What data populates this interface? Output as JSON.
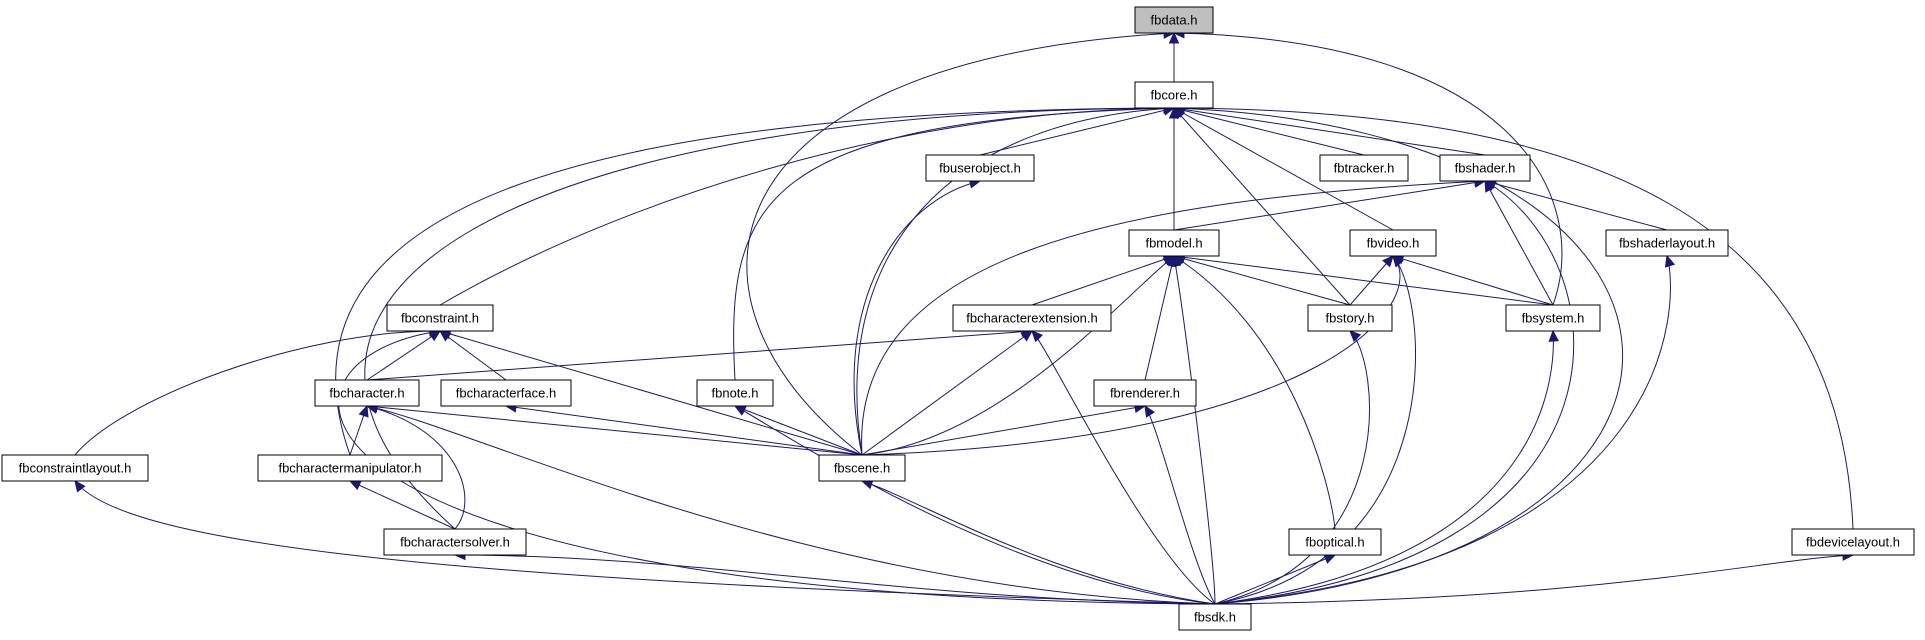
{
  "colors": {
    "edge": "#191970",
    "node_fill": "#ffffff",
    "node_border": "#000000",
    "root_fill": "#bfbfbf"
  },
  "nodes": [
    {
      "id": "fbdata",
      "label": "fbdata.h",
      "selected": true
    },
    {
      "id": "fbcore",
      "label": "fbcore.h"
    },
    {
      "id": "fbuserobject",
      "label": "fbuserobject.h"
    },
    {
      "id": "fbtracker",
      "label": "fbtracker.h"
    },
    {
      "id": "fbshader",
      "label": "fbshader.h"
    },
    {
      "id": "fbmodel",
      "label": "fbmodel.h"
    },
    {
      "id": "fbvideo",
      "label": "fbvideo.h"
    },
    {
      "id": "fbshaderlayout",
      "label": "fbshaderlayout.h"
    },
    {
      "id": "fbconstraint",
      "label": "fbconstraint.h"
    },
    {
      "id": "fbcharacterextension",
      "label": "fbcharacterextension.h"
    },
    {
      "id": "fbstory",
      "label": "fbstory.h"
    },
    {
      "id": "fbsystem",
      "label": "fbsystem.h"
    },
    {
      "id": "fbcharacter",
      "label": "fbcharacter.h"
    },
    {
      "id": "fbcharacterface",
      "label": "fbcharacterface.h"
    },
    {
      "id": "fbnote",
      "label": "fbnote.h"
    },
    {
      "id": "fbrenderer",
      "label": "fbrenderer.h"
    },
    {
      "id": "fbconstraintlayout",
      "label": "fbconstraintlayout.h"
    },
    {
      "id": "fbcharactermanipulator",
      "label": "fbcharactermanipulator.h"
    },
    {
      "id": "fbscene",
      "label": "fbscene.h"
    },
    {
      "id": "fbcharactersolver",
      "label": "fbcharactersolver.h"
    },
    {
      "id": "fboptical",
      "label": "fboptical.h"
    },
    {
      "id": "fbdevicelayout",
      "label": "fbdevicelayout.h"
    },
    {
      "id": "fbsdk",
      "label": "fbsdk.h"
    }
  ],
  "edges": [
    [
      "fbcore",
      "fbdata"
    ],
    [
      "fbscene",
      "fbdata"
    ],
    [
      "fbsystem",
      "fbdata"
    ],
    [
      "fbuserobject",
      "fbcore"
    ],
    [
      "fbtracker",
      "fbcore"
    ],
    [
      "fbshader",
      "fbcore"
    ],
    [
      "fbmodel",
      "fbcore"
    ],
    [
      "fbvideo",
      "fbcore"
    ],
    [
      "fbconstraint",
      "fbcore"
    ],
    [
      "fbstory",
      "fbcore"
    ],
    [
      "fbnote",
      "fbcore"
    ],
    [
      "fbscene",
      "fbcore"
    ],
    [
      "fbcharactermanipulator",
      "fbcore"
    ],
    [
      "fbcharactersolver",
      "fbcore"
    ],
    [
      "fbdevicelayout",
      "fbcore"
    ],
    [
      "fbsdk",
      "fbcore"
    ],
    [
      "fbscene",
      "fbuserobject"
    ],
    [
      "fbmodel",
      "fbshader"
    ],
    [
      "fbshaderlayout",
      "fbshader"
    ],
    [
      "fbsystem",
      "fbshader"
    ],
    [
      "fbscene",
      "fbshader"
    ],
    [
      "fbsdk",
      "fbshader"
    ],
    [
      "fbcharacterextension",
      "fbmodel"
    ],
    [
      "fbstory",
      "fbmodel"
    ],
    [
      "fbsystem",
      "fbmodel"
    ],
    [
      "fbrenderer",
      "fbmodel"
    ],
    [
      "fbscene",
      "fbmodel"
    ],
    [
      "fboptical",
      "fbmodel"
    ],
    [
      "fbsdk",
      "fbmodel"
    ],
    [
      "fbstory",
      "fbvideo"
    ],
    [
      "fbsystem",
      "fbvideo"
    ],
    [
      "fbscene",
      "fbvideo"
    ],
    [
      "fbsdk",
      "fbvideo"
    ],
    [
      "fbsdk",
      "fbshaderlayout"
    ],
    [
      "fbcharacter",
      "fbconstraint"
    ],
    [
      "fbcharacterface",
      "fbconstraint"
    ],
    [
      "fbconstraintlayout",
      "fbconstraint"
    ],
    [
      "fbscene",
      "fbconstraint"
    ],
    [
      "fbsdk",
      "fbconstraint"
    ],
    [
      "fbcharacter",
      "fbcharacterextension"
    ],
    [
      "fbscene",
      "fbcharacterextension"
    ],
    [
      "fbsdk",
      "fbcharacterextension"
    ],
    [
      "fbsdk",
      "fbstory"
    ],
    [
      "fbsdk",
      "fbsystem"
    ],
    [
      "fbcharactermanipulator",
      "fbcharacter"
    ],
    [
      "fbcharactersolver",
      "fbcharacter"
    ],
    [
      "fbscene",
      "fbcharacter"
    ],
    [
      "fbsdk",
      "fbcharacter"
    ],
    [
      "fbscene",
      "fbcharacterface"
    ],
    [
      "fbscene",
      "fbnote"
    ],
    [
      "fbsdk",
      "fbnote"
    ],
    [
      "fbscene",
      "fbrenderer"
    ],
    [
      "fbsdk",
      "fbrenderer"
    ],
    [
      "fbsdk",
      "fbconstraintlayout"
    ],
    [
      "fbcharactersolver",
      "fbcharactermanipulator"
    ],
    [
      "fbsdk",
      "fbscene"
    ],
    [
      "fbsdk",
      "fbcharactersolver"
    ],
    [
      "fbsdk",
      "fboptical"
    ],
    [
      "fbsdk",
      "fbdevicelayout"
    ]
  ]
}
